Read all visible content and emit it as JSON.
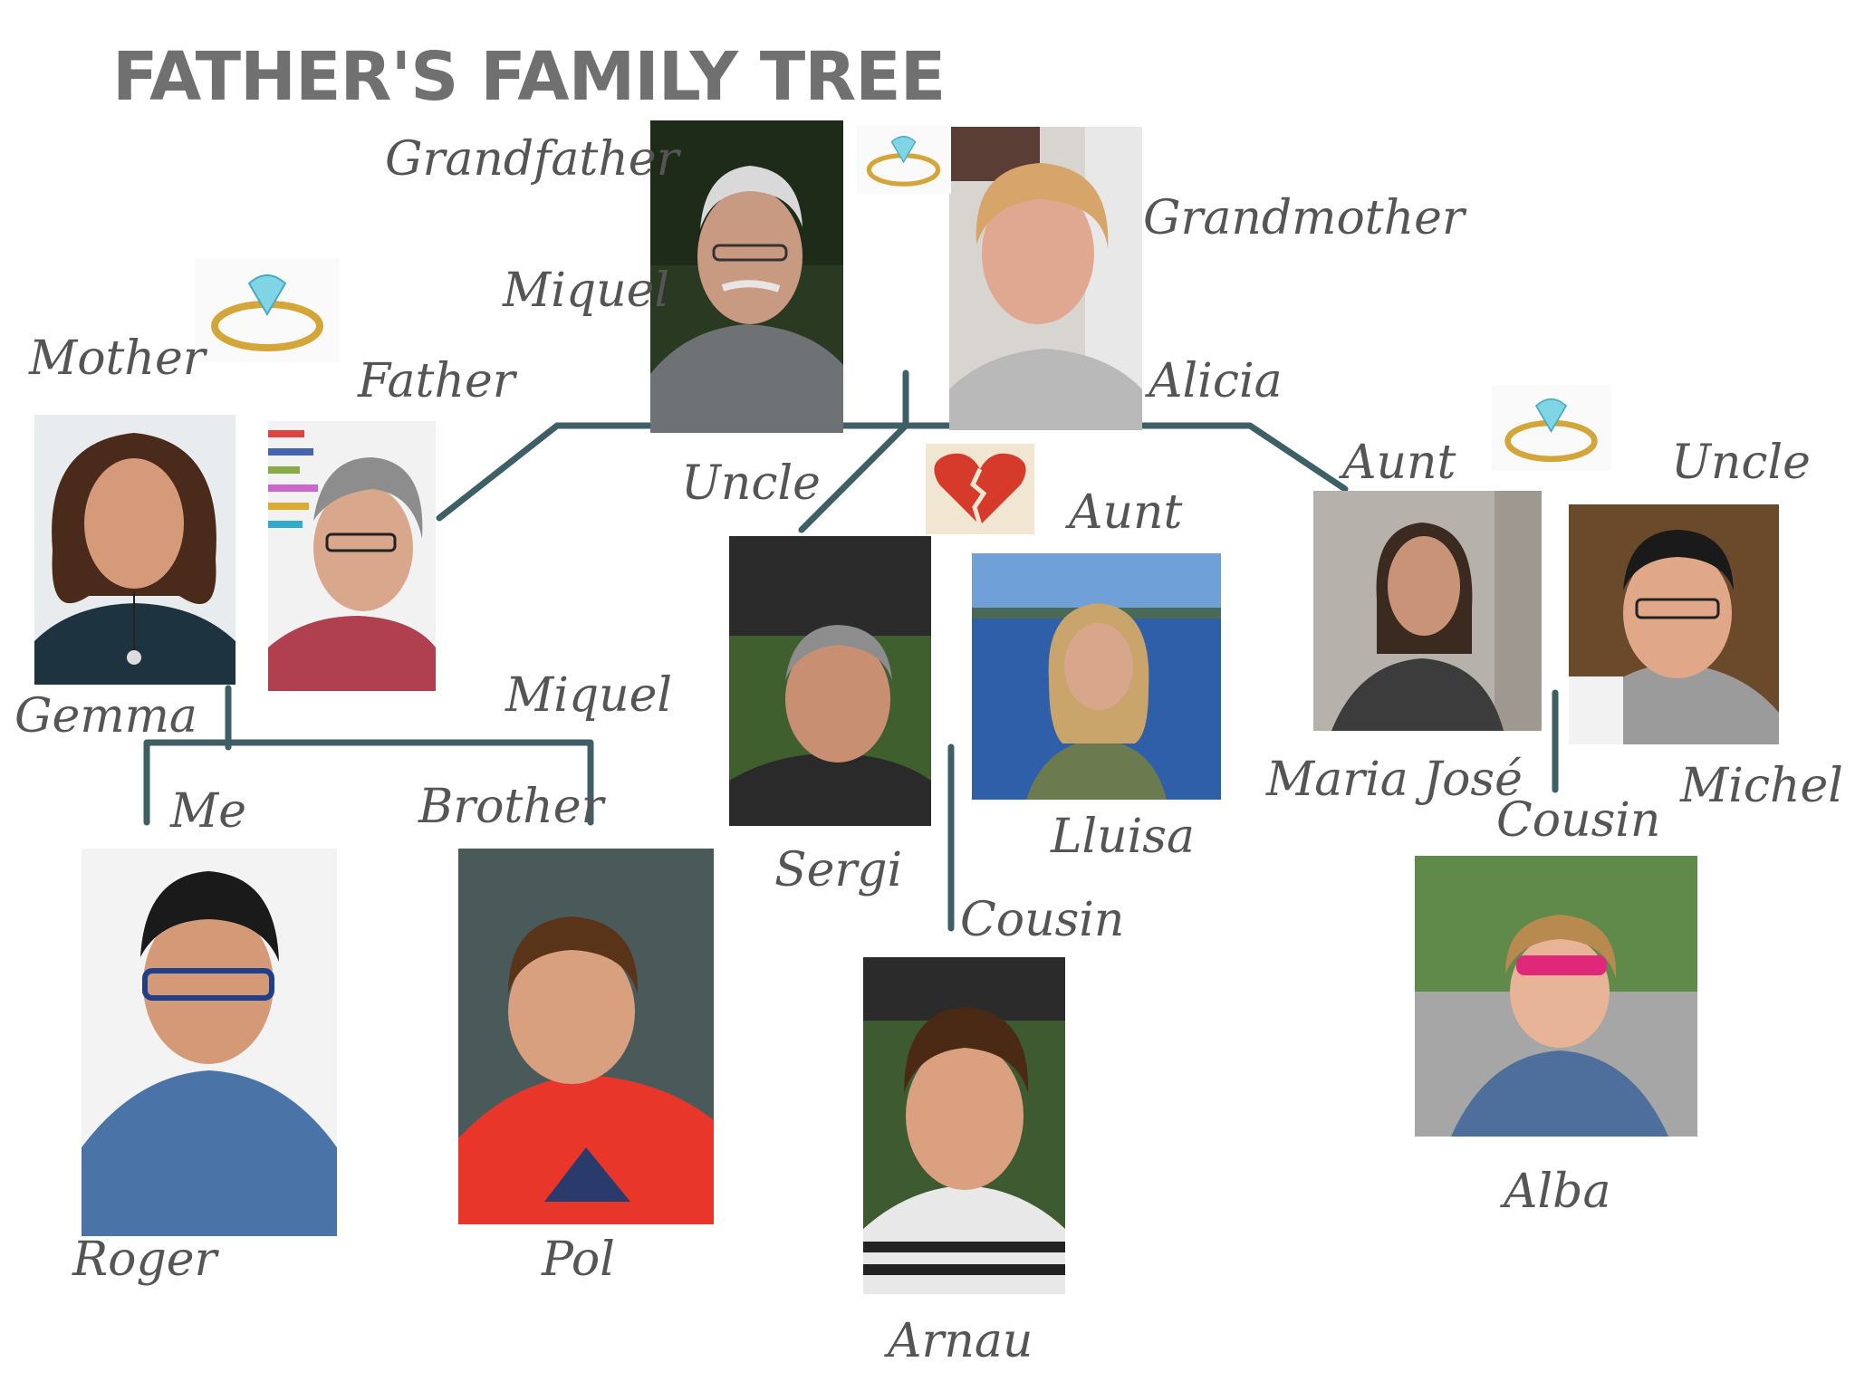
{
  "title": "FATHER'S FAMILY TREE",
  "colors": {
    "line": "#3f5f66",
    "label": "#555555",
    "title": "#707070"
  },
  "labels": {
    "grandfather": "Grandfather",
    "grandfather_name": "Miquel",
    "grandmother": "Grandmother",
    "grandmother_name": "Alicia",
    "mother": "Mother",
    "mother_name": "Gemma",
    "father": "Father",
    "father_name": "Miquel",
    "uncle1": "Uncle",
    "uncle1_name": "Sergi",
    "aunt1": "Aunt",
    "aunt1_name": "Lluisa",
    "aunt2": "Aunt",
    "aunt2_name": "Maria José",
    "uncle2": "Uncle",
    "uncle2_name": "Michel",
    "me": "Me",
    "me_name": "Roger",
    "brother": "Brother",
    "brother_name": "Pol",
    "cousin1": "Cousin",
    "cousin1_name": "Arnau",
    "cousin2": "Cousin",
    "cousin2_name": "Alba"
  },
  "icons": [
    "ring-icon",
    "broken-heart-icon"
  ]
}
